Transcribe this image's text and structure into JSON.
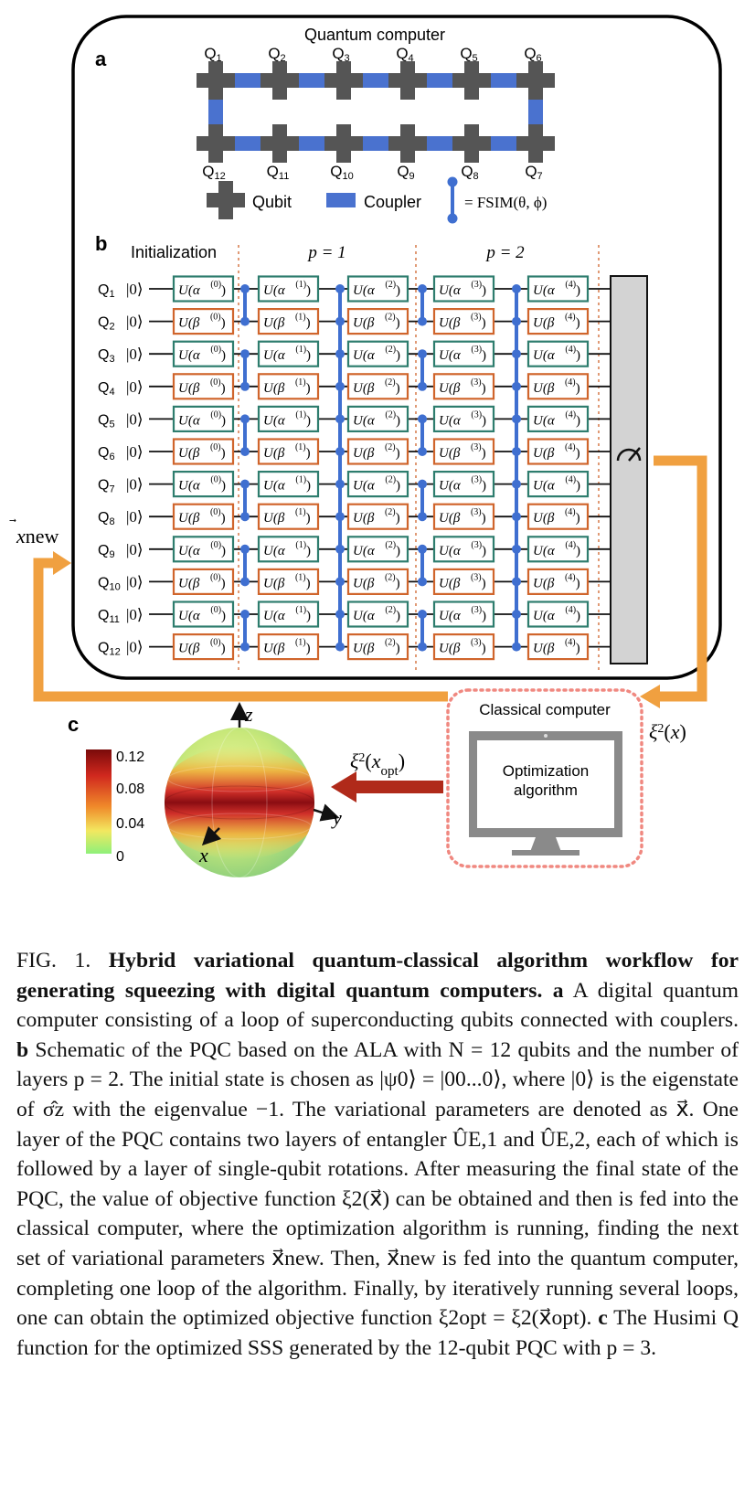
{
  "panel_a": {
    "label": "a",
    "title": "Quantum computer",
    "top_qubits": [
      "Q",
      "Q",
      "Q",
      "Q",
      "Q",
      "Q"
    ],
    "top_subs": [
      "1",
      "2",
      "3",
      "4",
      "5",
      "6"
    ],
    "bottom_qubits": [
      "Q",
      "Q",
      "Q",
      "Q",
      "Q",
      "Q"
    ],
    "bottom_subs": [
      "12",
      "11",
      "10",
      "9",
      "8",
      "7"
    ],
    "legend_qubit": "Qubit",
    "legend_coupler": "Coupler",
    "legend_fsim": "= FSIM(θ, ϕ)",
    "colors": {
      "qubit": "#555555",
      "coupler": "#4a72cf"
    }
  },
  "panel_b": {
    "label": "b",
    "init_label": "Initialization",
    "layer1": "p = 1",
    "layer2": "p = 2",
    "ket": "|0⟩",
    "rows": [
      "Q1",
      "Q2",
      "Q3",
      "Q4",
      "Q5",
      "Q6",
      "Q7",
      "Q8",
      "Q9",
      "Q10",
      "Q11",
      "Q12"
    ],
    "alpha_gate": "U(α⃗",
    "beta_gate": "U(β⃗",
    "supers": [
      "(0)",
      "(1)",
      "(2)",
      "(3)",
      "(4)"
    ],
    "colors": {
      "alpha": "#2e7d6e",
      "beta": "#d0652c",
      "fsim": "#3f6fd0",
      "measure": "#d3d3d3"
    }
  },
  "loop": {
    "xnew": "x⃗new",
    "xi2": "ξ²(x⃗)",
    "xi2_opt": "ξ²(x⃗opt)",
    "classical_title": "Classical computer",
    "optimization_line1": "Optimization",
    "optimization_line2": "algorithm",
    "colors": {
      "arrow": "#f0a040",
      "red_arrow": "#b02a1a"
    }
  },
  "panel_c": {
    "label": "c",
    "colorbar_ticks": [
      "0.12",
      "0.08",
      "0.04",
      "0"
    ],
    "axis_z": "z",
    "axis_y": "y",
    "axis_x": "x"
  },
  "caption": {
    "fig": "FIG. 1.",
    "title": "Hybrid variational quantum-classical algorithm workflow for generating squeezing with digital quantum computers.",
    "a_label": "a",
    "a_text": "A digital quantum computer consisting of a loop of superconducting qubits connected with couplers.",
    "b_label": "b",
    "b_text": "Schematic of the PQC based on the ALA with N = 12 qubits and the number of layers p = 2. The initial state is chosen as |ψ0⟩ = |00...0⟩, where |0⟩ is the eigenstate of σ̂z with the eigenvalue −1. The variational parameters are denoted as x⃗. One layer of the PQC contains two layers of entangler ÛE,1 and ÛE,2, each of which is followed by a layer of single-qubit rotations. After measuring the final state of the PQC, the value of objective function ξ2(x⃗) can be obtained and then is fed into the classical computer, where the optimization algorithm is running, finding the next set of variational parameters x⃗new. Then, x⃗new is fed into the quantum computer, completing one loop of the algorithm. Finally, by iteratively running several loops, one can obtain the optimized objective function ξ2opt = ξ2(x⃗opt).",
    "c_label": "c",
    "c_text": "The Husimi Q function for the optimized SSS generated by the 12-qubit PQC with p = 3."
  }
}
